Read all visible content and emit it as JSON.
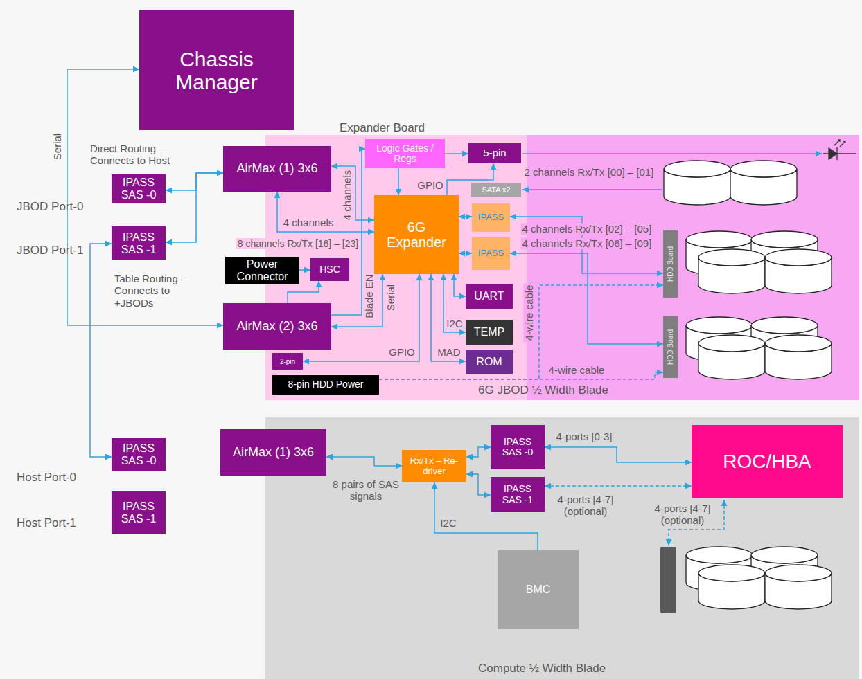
{
  "diagram": {
    "nodes": [
      {
        "text": [
          "Chassis Manager"
        ]
      },
      {
        "text": [
          "Expander Board",
          "6G JBOD ½ Width Blade"
        ]
      },
      {
        "text": [
          "IPASS SAS -0"
        ]
      },
      {
        "text": [
          "IPASS SAS -1"
        ]
      },
      {
        "text": [
          "AirMax (1) 3x6"
        ],
        "in": 1
      },
      {
        "text": [
          "Logic Gates / Regs"
        ],
        "in": 1
      },
      {
        "text": [
          "5-pin"
        ],
        "in": 1
      },
      {
        "text": [
          "SATA x2"
        ],
        "in": 1
      },
      {
        "text": [
          "6G Expander"
        ],
        "in": 1
      },
      {
        "text": [
          "IPASS"
        ],
        "in": 1
      },
      {
        "text": [
          "IPASS"
        ],
        "in": 1
      },
      {
        "text": [
          "Power Connector"
        ],
        "in": 1
      },
      {
        "text": [
          "HSC"
        ],
        "in": 1
      },
      {
        "text": [
          "HDD Board"
        ],
        "in": 1
      },
      {
        "text": [
          "UART"
        ],
        "in": 1
      },
      {
        "text": [
          "TEMP"
        ],
        "in": 1
      },
      {
        "text": [
          "AirMax (2) 3x6"
        ],
        "in": 1
      },
      {
        "text": [
          "HDD Board"
        ],
        "in": 1
      },
      {
        "text": [
          "ROM"
        ],
        "in": 1
      },
      {
        "text": [
          "2-pin"
        ],
        "in": 1
      },
      {
        "text": [
          "8-pin HDD Power"
        ],
        "in": 1
      },
      {
        "text": [
          "Compute ½ Width Blade"
        ]
      },
      {
        "text": [
          "IPASS SAS -0"
        ]
      },
      {
        "text": [
          "IPASS SAS -1"
        ]
      },
      {
        "text": [
          "AirMax (1) 3x6"
        ],
        "in": 21
      },
      {
        "text": [
          "IPASS SAS -0"
        ],
        "in": 21
      },
      {
        "text": [
          "Rx/Tx – Re-driver"
        ],
        "in": 21
      },
      {
        "text": [
          "ROC/HBA"
        ],
        "in": 21
      },
      {
        "text": [
          "IPASS SAS -1"
        ],
        "in": 21
      },
      {
        "text": [
          "BMC"
        ],
        "in": 21
      }
    ],
    "edges": [
      {
        "from": 0,
        "to": 16,
        "arrow": "both",
        "label": "Serial"
      },
      {
        "from": 2,
        "to": 4,
        "arrow": "both"
      },
      {
        "from": 3,
        "to": 4,
        "arrow": "both"
      },
      {
        "from": 3,
        "to": 22,
        "arrow": "both"
      },
      {
        "from": 4,
        "to": 8,
        "arrow": "both",
        "label": "4 channels"
      },
      {
        "from": 4,
        "to": 8,
        "arrow": "both",
        "label": "4 channels"
      },
      {
        "from": 5,
        "to": 8,
        "arrow": "to"
      },
      {
        "from": 5,
        "to": 6,
        "arrow": "to"
      },
      {
        "from": 8,
        "to": 6,
        "arrow": "to",
        "label": "GPIO"
      },
      {
        "from": 16,
        "to": 12,
        "arrow": "to"
      },
      {
        "from": 11,
        "to": 12,
        "arrow": "to"
      },
      {
        "from": 16,
        "to": 5,
        "arrow": "to",
        "label": "Blade EN"
      },
      {
        "from": 8,
        "to": 16,
        "arrow": "both",
        "label": "Serial"
      },
      {
        "from": 8,
        "to": 19,
        "arrow": "both",
        "label": "GPIO"
      },
      {
        "from": 8,
        "to": 14,
        "arrow": "both"
      },
      {
        "from": 8,
        "to": 15,
        "arrow": "both",
        "label": "I2C"
      },
      {
        "from": 8,
        "to": 18,
        "arrow": "both",
        "label": "MAD"
      },
      {
        "from": 8,
        "to": 9,
        "arrow": "both"
      },
      {
        "from": 8,
        "to": 10,
        "arrow": "both"
      },
      {
        "from": 9,
        "to": 13,
        "arrow": "both",
        "label": "4 channels Rx/Tx [02] – [05]"
      },
      {
        "from": 10,
        "to": 17,
        "arrow": "both",
        "label": "4 channels Rx/Tx [06] – [09]"
      },
      {
        "from": 20,
        "to": 13,
        "arrow": "to",
        "label": "4-wire cable"
      },
      {
        "from": 20,
        "to": 17,
        "arrow": "to",
        "label": "4-wire cable"
      },
      {
        "from": 24,
        "to": 26,
        "arrow": "both",
        "label": "8 pairs of SAS signals"
      },
      {
        "from": 26,
        "to": 25,
        "arrow": "both"
      },
      {
        "from": 26,
        "to": 28,
        "arrow": "both"
      },
      {
        "from": 25,
        "to": 27,
        "arrow": "both",
        "label": "4-ports [0-3]"
      },
      {
        "from": 28,
        "to": 27,
        "arrow": "both",
        "label": "4-ports [4-7] (optional)"
      },
      {
        "from": 29,
        "to": 26,
        "arrow": "to",
        "label": "I2C"
      }
    ],
    "labels": [
      "Direct Routing – Connects to Host",
      "JBOD Port-0",
      "JBOD Port-1",
      "Table Routing – Connects to +JBODs",
      "8 channels Rx/Tx [16] – [23]",
      "2 channels Rx/Tx [00] – [01]",
      "Host Port-0",
      "Host Port-1",
      "4-ports [4-7] (optional)"
    ]
  }
}
